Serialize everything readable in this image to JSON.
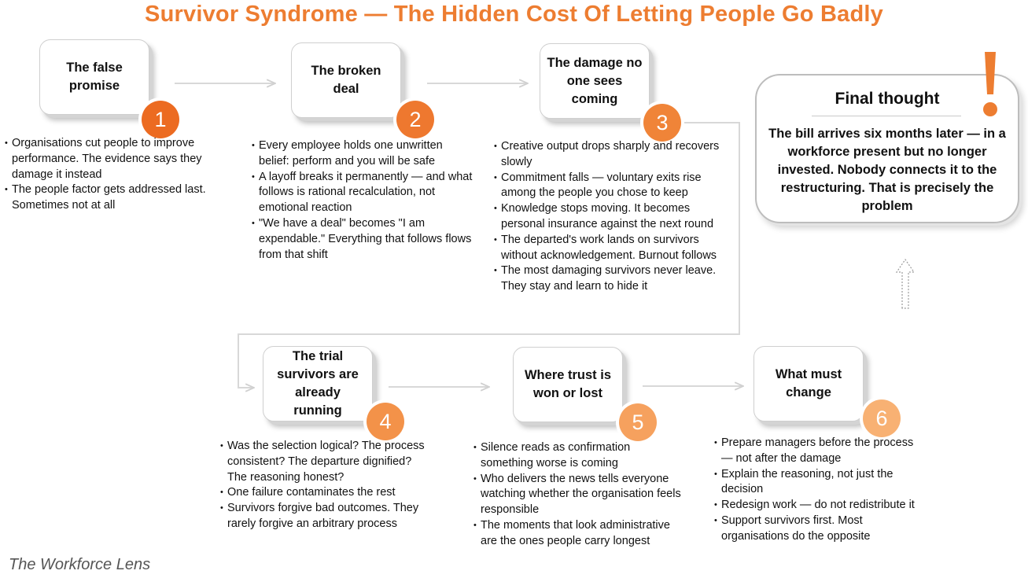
{
  "title": "Survivor Syndrome — The Hidden Cost Of Letting People Go Badly",
  "colors": {
    "accent": "#ED7D31",
    "badge_1": "#EC6B21",
    "badge_2": "#EE782F",
    "badge_3": "#F08438",
    "badge_4": "#F39249",
    "badge_5": "#F6A15E",
    "badge_6": "#F8B173"
  },
  "steps": [
    {
      "number": "1",
      "title": "The false promise",
      "bullets": [
        "Organisations cut people to improve performance. The evidence says they damage it instead",
        "The people factor gets addressed last. Sometimes not at all"
      ]
    },
    {
      "number": "2",
      "title": "The broken deal",
      "bullets": [
        "Every employee holds one unwritten belief: perform and you will be safe",
        "A layoff breaks it permanently — and what follows is rational recalculation, not emotional reaction",
        "\"We have a deal\" becomes \"I am expendable.\" Everything that follows flows from that shift"
      ]
    },
    {
      "number": "3",
      "title": "The damage no one sees coming",
      "bullets": [
        "Creative output drops sharply and recovers slowly",
        "Commitment falls — voluntary exits rise among the people you chose to keep",
        "Knowledge stops moving. It becomes personal insurance against the next round",
        "The departed's work lands on survivors without acknowledgement. Burnout follows",
        "The most damaging survivors never leave. They stay and learn to hide it"
      ]
    },
    {
      "number": "4",
      "title": "The trial survivors are already running",
      "bullets": [
        "Was the selection logical? The process consistent? The departure dignified? The reasoning honest?",
        "One failure contaminates the rest",
        "Survivors forgive bad outcomes. They rarely forgive an arbitrary process"
      ]
    },
    {
      "number": "5",
      "title": "Where trust is won or lost",
      "bullets": [
        "Silence reads as confirmation something worse is coming",
        "Who delivers the news tells everyone watching whether the organisation feels responsible",
        "The moments that look administrative are the ones people carry longest"
      ]
    },
    {
      "number": "6",
      "title": "What must change",
      "bullets": [
        "Prepare managers before the process — not after the damage",
        "Explain the reasoning, not just the decision",
        "Redesign work — do not redistribute it",
        "Support survivors first. Most organisations do the opposite"
      ]
    }
  ],
  "final": {
    "heading": "Final thought",
    "body": "The bill arrives six months later — in a workforce present but no longer invested. Nobody connects it to the restructuring. That is precisely the problem",
    "icon": "exclamation-icon"
  },
  "footer": "The Workforce Lens"
}
